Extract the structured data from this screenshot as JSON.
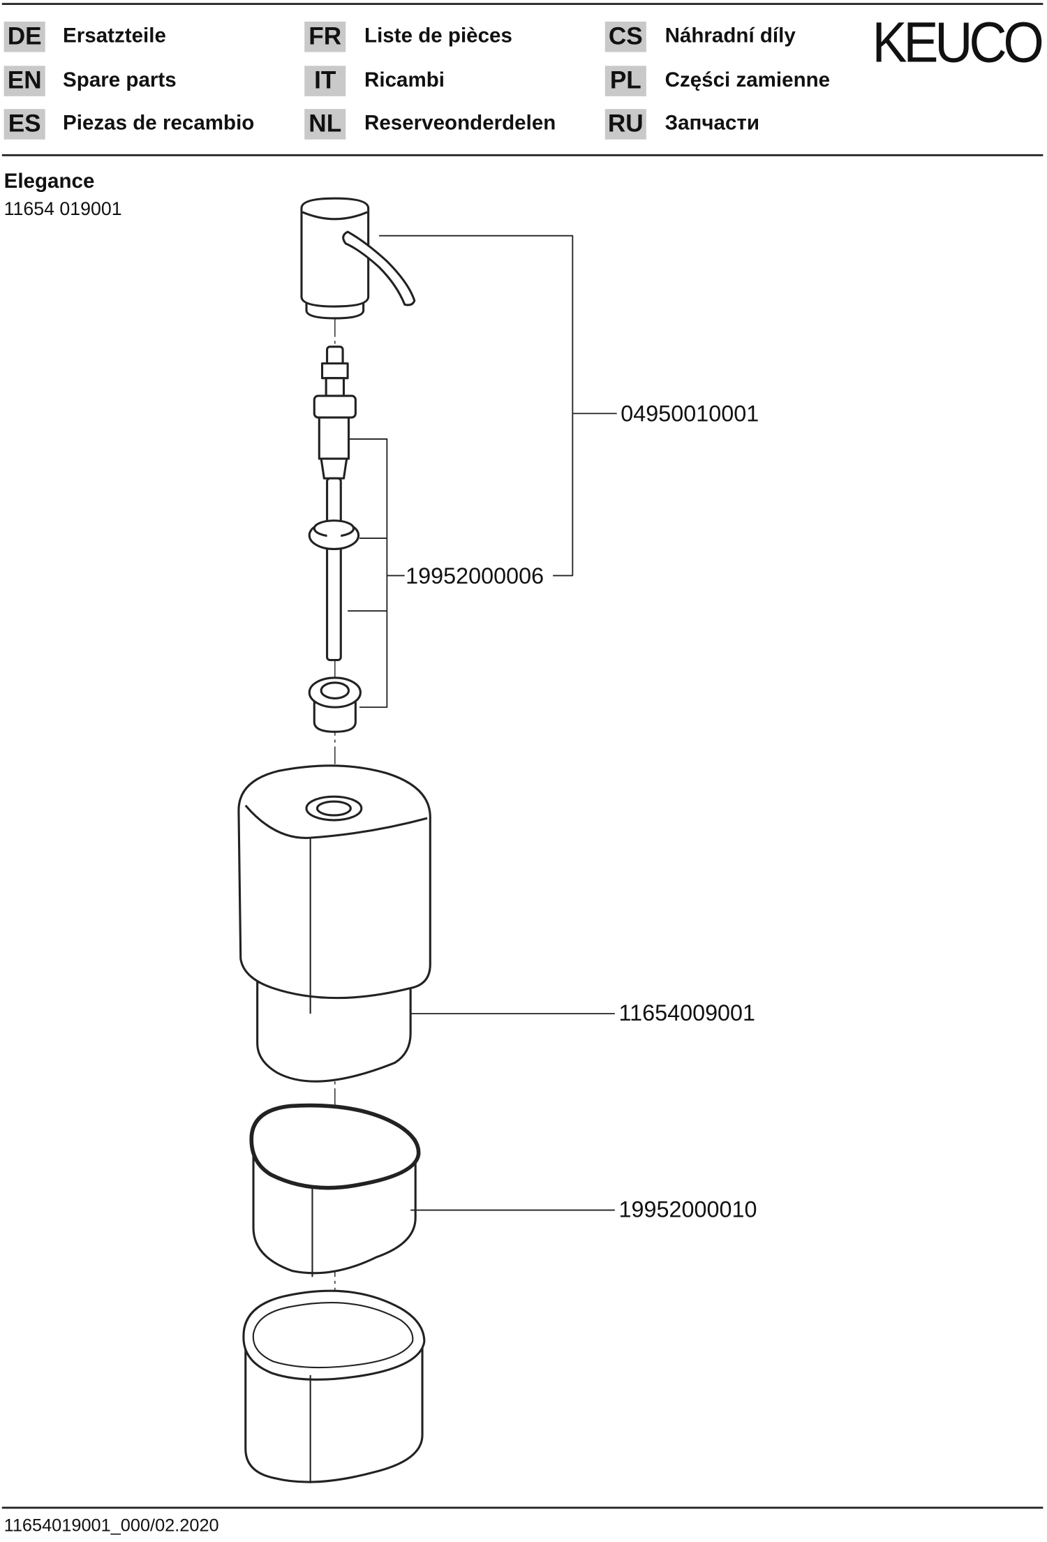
{
  "header": {
    "brand": "KEUCO",
    "languages": [
      {
        "code": "DE",
        "label": "Ersatzteile"
      },
      {
        "code": "EN",
        "label": "Spare parts"
      },
      {
        "code": "ES",
        "label": "Piezas de recambio"
      },
      {
        "code": "FR",
        "label": "Liste de pièces"
      },
      {
        "code": "IT",
        "label": "Ricambi"
      },
      {
        "code": "NL",
        "label": "Reserveonderdelen"
      },
      {
        "code": "CS",
        "label": "Náhradní díly"
      },
      {
        "code": "PL",
        "label": "Części zamienne"
      },
      {
        "code": "RU",
        "label": "Запчасти"
      }
    ]
  },
  "product": {
    "name": "Elegance",
    "number": "11654 019001"
  },
  "parts": [
    "04950010001",
    "19952000006",
    "11654009001",
    "19952000010"
  ],
  "footer": {
    "doc_id": "11654019001_000/02.2020"
  }
}
